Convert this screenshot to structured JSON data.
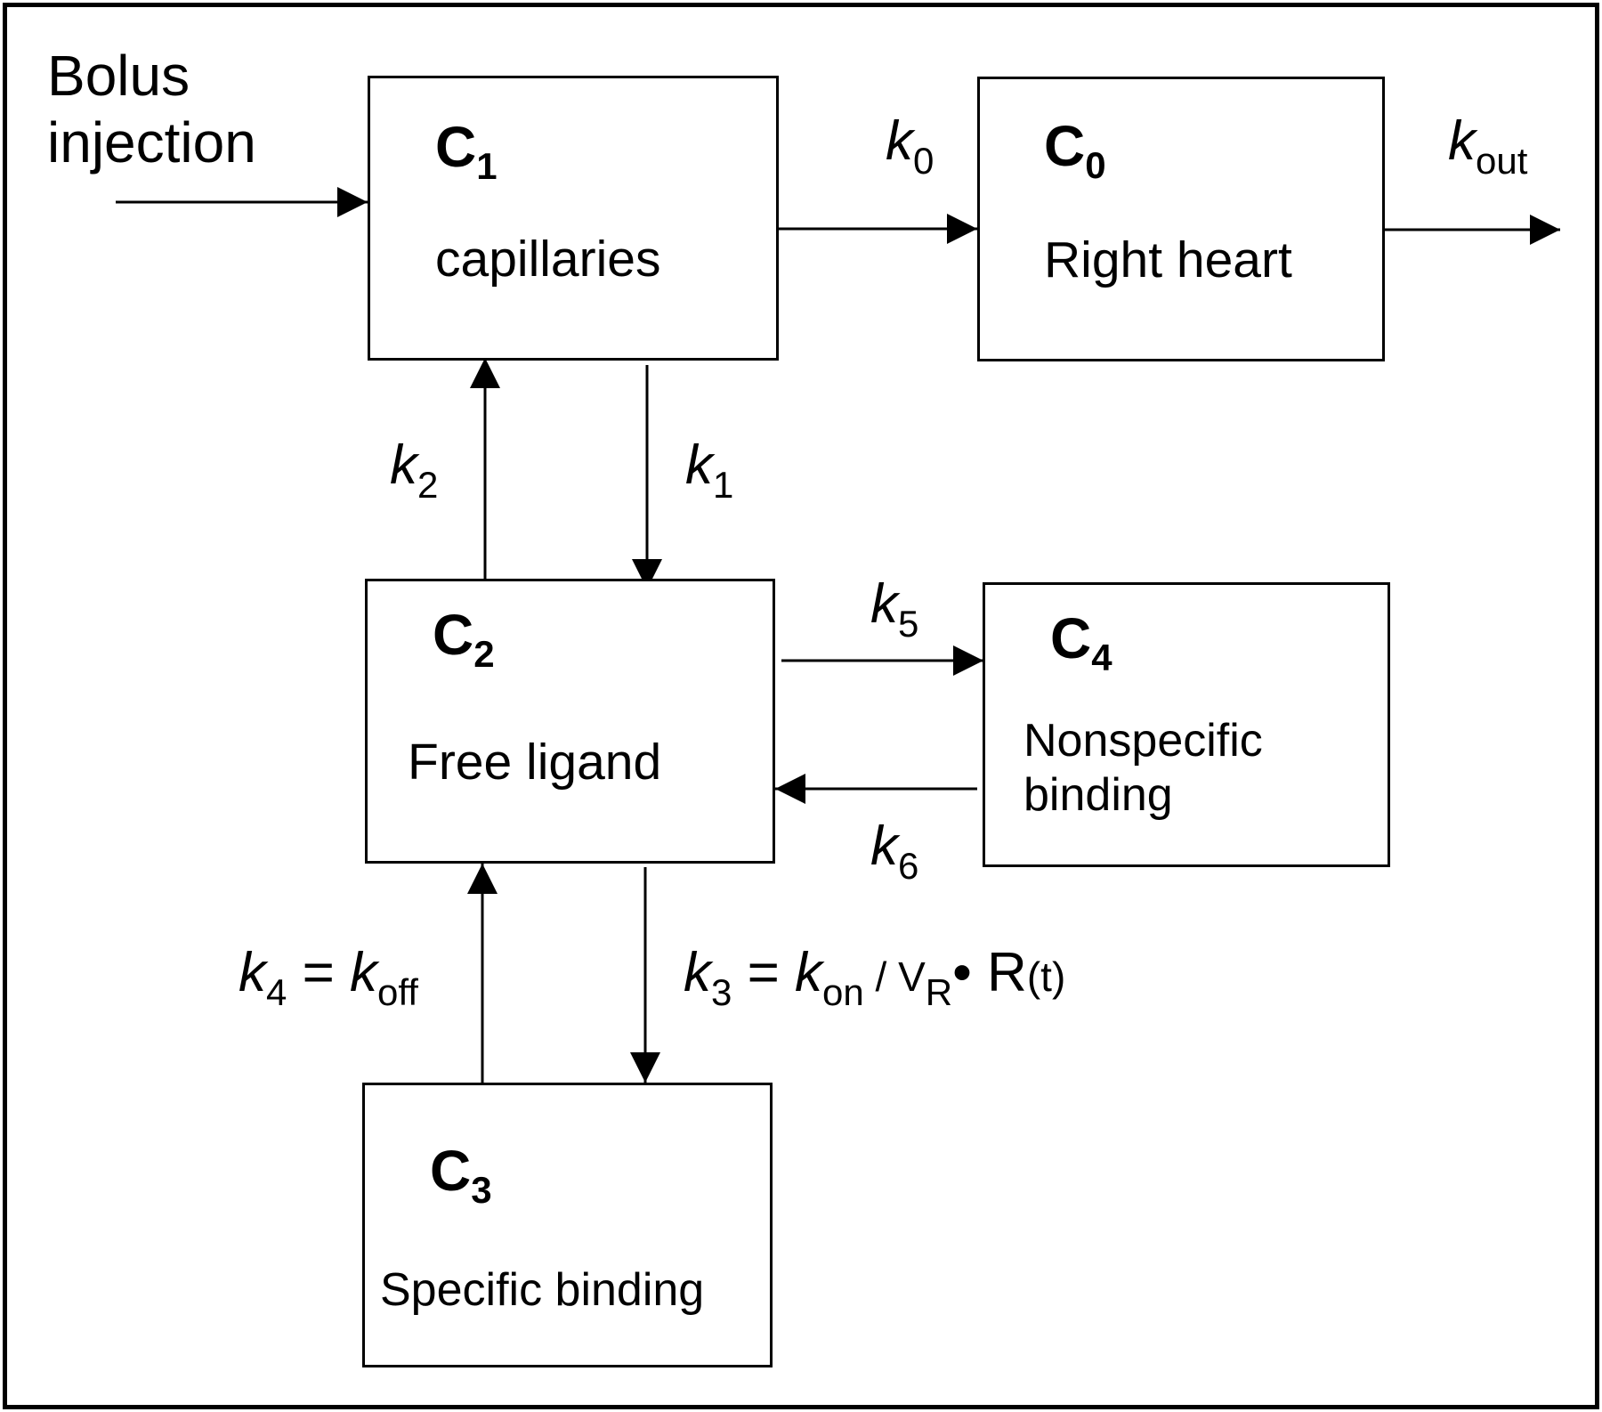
{
  "input": {
    "line1": "Bolus",
    "line2": "injection"
  },
  "compartments": {
    "c1": {
      "id_letter": "C",
      "id_sub": "1",
      "name": "capillaries"
    },
    "c0": {
      "id_letter": "C",
      "id_sub": "0",
      "name": "Right heart"
    },
    "c2": {
      "id_letter": "C",
      "id_sub": "2",
      "name": "Free ligand"
    },
    "c4": {
      "id_letter": "C",
      "id_sub": "4",
      "name_line1": "Nonspecific",
      "name_line2": "binding"
    },
    "c3": {
      "id_letter": "C",
      "id_sub": "3",
      "name": "Specific binding"
    }
  },
  "rates": {
    "k0": {
      "k": "k",
      "sub": "0"
    },
    "kout": {
      "k": "k",
      "sub": "out"
    },
    "k1": {
      "k": "k",
      "sub": "1"
    },
    "k2": {
      "k": "k",
      "sub": "2"
    },
    "k5": {
      "k": "k",
      "sub": "5"
    },
    "k6": {
      "k": "k",
      "sub": "6"
    },
    "k4": {
      "k": "k",
      "sub": "4",
      "eq": " = ",
      "k2": "k",
      "sub2": "off"
    },
    "k3": {
      "k": "k",
      "sub": "3",
      "eq": " = ",
      "k2": "k",
      "sub2": "on",
      "div": " / V",
      "vsub": "R",
      "tail": "• R",
      "arg": "(t)"
    }
  },
  "colors": {
    "stroke": "#000000",
    "background": "#ffffff"
  }
}
